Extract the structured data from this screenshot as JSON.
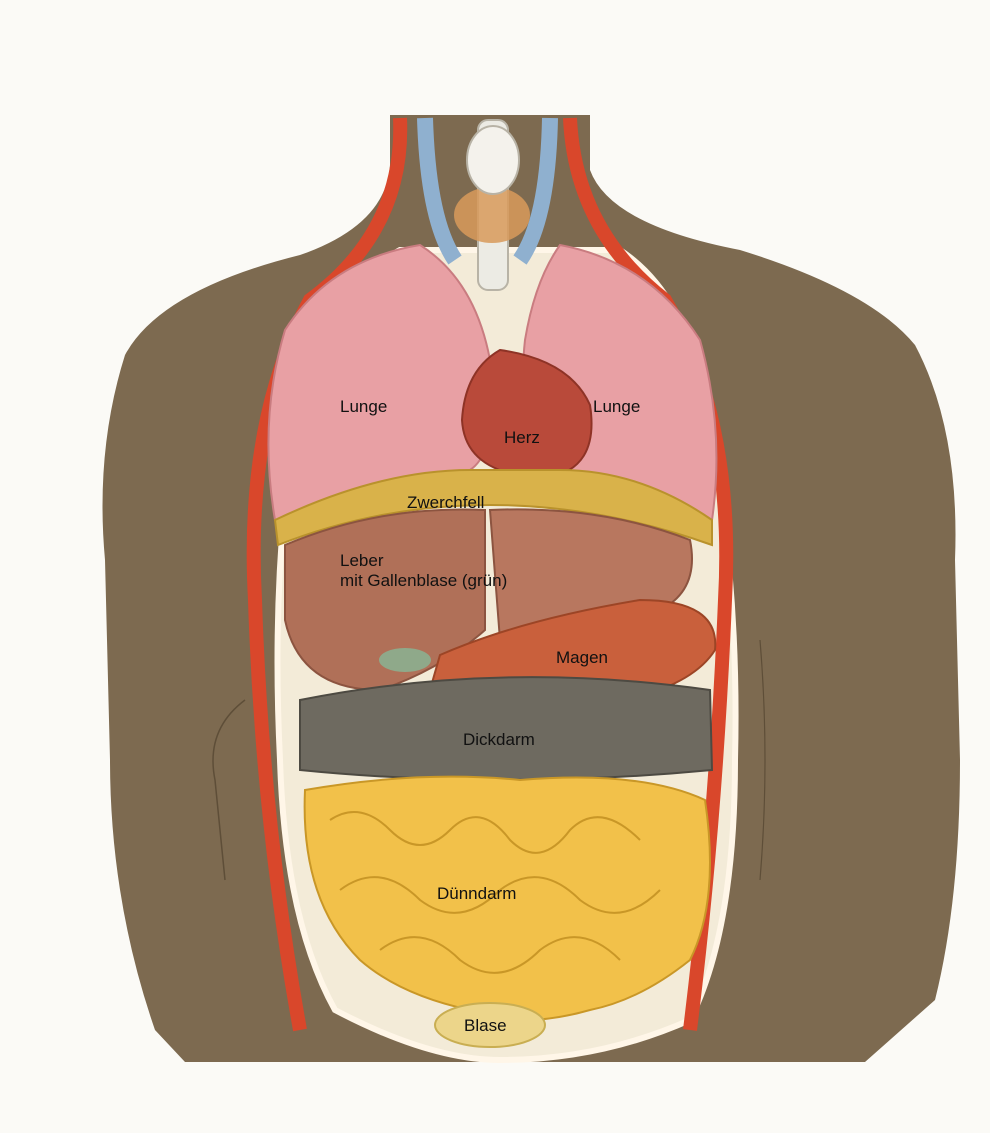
{
  "labels": {
    "lunge_left": "Lunge",
    "lunge_right": "Lunge",
    "herz": "Herz",
    "zwerchfell": "Zwerchfell",
    "leber_line1": "Leber",
    "leber_line2": "mit Gallenblase (grün)",
    "magen": "Magen",
    "dickdarm": "Dickdarm",
    "duenndarm": "Dünndarm",
    "blase": "Blase"
  },
  "colors": {
    "background": "#fbfaf6",
    "skin": "#7d6a50",
    "artery": "#d9472b",
    "vein": "#8fb0cf",
    "lung": "#e8a0a4",
    "heart": "#b94a3a",
    "diaphragm": "#d9b24a",
    "liver": "#b07058",
    "stomach": "#c9603c",
    "colon": "#6e6a60",
    "small_intestine": "#f2c14a",
    "bladder": "#ecd58a",
    "gallbladder": "#8fa98a"
  }
}
